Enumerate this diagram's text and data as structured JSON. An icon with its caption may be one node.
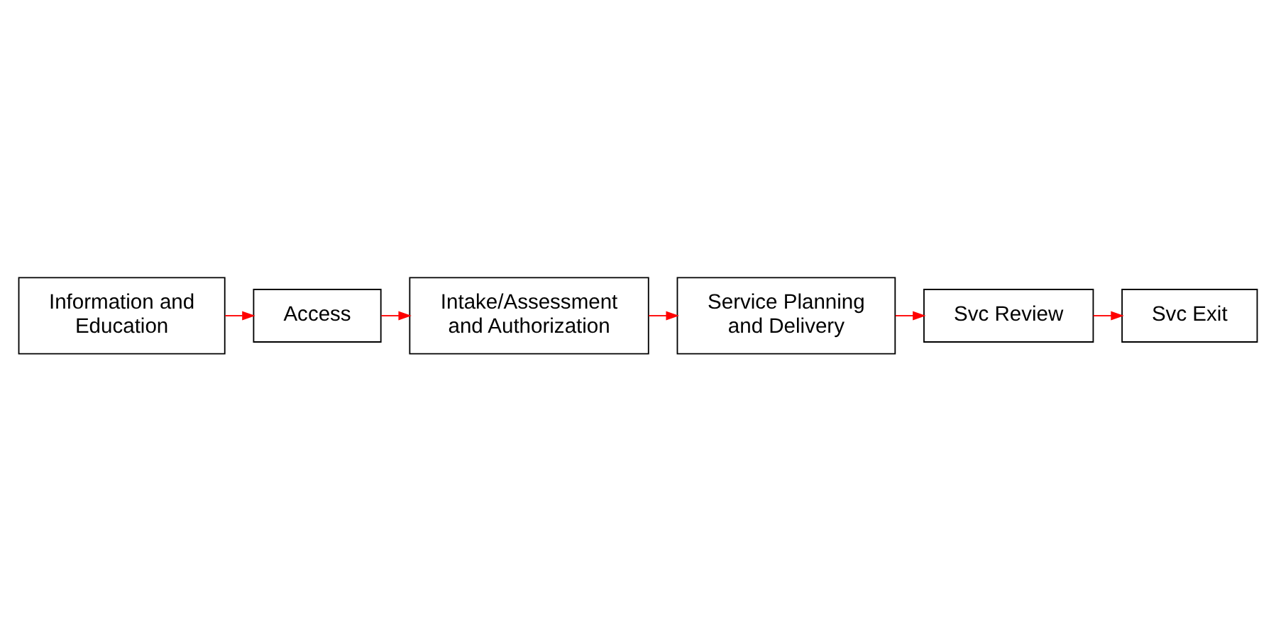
{
  "diagram": {
    "nodes": [
      {
        "text": [
          "Information and Education"
        ]
      },
      {
        "text": [
          "Access"
        ]
      },
      {
        "text": [
          "Intake/Assessment and Authorization"
        ]
      },
      {
        "text": [
          "Service Planning and Delivery"
        ]
      },
      {
        "text": [
          "Svc Review"
        ]
      },
      {
        "text": [
          "Svc Exit"
        ]
      }
    ],
    "edges": [
      {
        "from": 0,
        "to": 1,
        "arrow": "to"
      },
      {
        "from": 1,
        "to": 2,
        "arrow": "to"
      },
      {
        "from": 2,
        "to": 3,
        "arrow": "to"
      },
      {
        "from": 3,
        "to": 4,
        "arrow": "to"
      },
      {
        "from": 4,
        "to": 5,
        "arrow": "to"
      }
    ]
  }
}
